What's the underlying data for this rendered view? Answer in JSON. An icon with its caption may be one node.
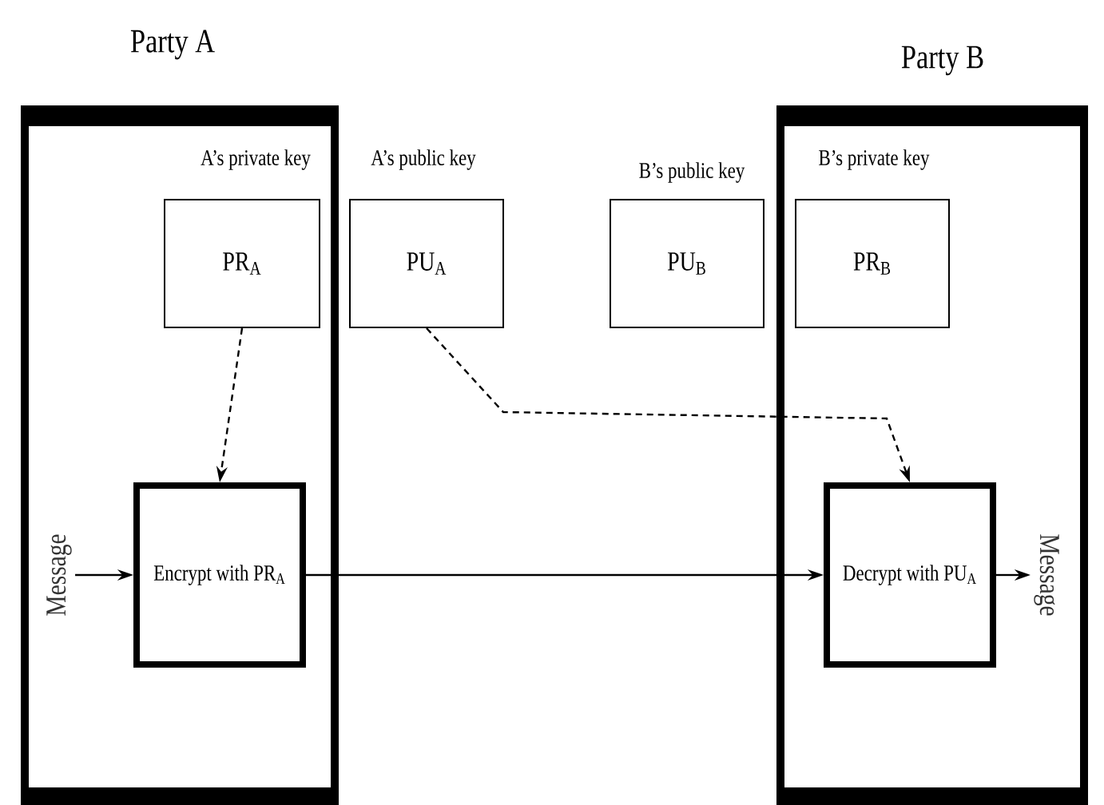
{
  "diagram": {
    "nodes": [
      {
        "text": [
          "Party A"
        ]
      },
      {
        "text": [
          "A’s private key",
          "PR$_{A}$"
        ],
        "in": 0
      },
      {
        "text": [
          "A’s public key",
          "PU$_{A}$"
        ]
      },
      {
        "text": [
          "B’s public key",
          "PU$_{B}$"
        ]
      },
      {
        "text": [
          "Party B"
        ]
      },
      {
        "text": [
          "B’s private key",
          "PR$_{B}$"
        ],
        "in": 4
      },
      {
        "text": [
          "Encrypt with PR$_{A}$"
        ],
        "in": 0
      },
      {
        "text": [
          "Decrypt with PU$_{A}$"
        ],
        "in": 4
      },
      {
        "text": [
          "Message"
        ],
        "in": 0
      },
      {
        "text": [
          "Message"
        ],
        "in": 4
      }
    ],
    "edges": [
      {
        "from": 8,
        "to": 6,
        "arrow": "to"
      },
      {
        "from": 1,
        "to": 6,
        "arrow": "to",
        "style": "dashed"
      },
      {
        "from": 2,
        "to": 7,
        "arrow": "to",
        "style": "dashed"
      },
      {
        "from": 6,
        "to": 7,
        "arrow": "to"
      },
      {
        "from": 7,
        "to": 9,
        "arrow": "to"
      }
    ]
  }
}
